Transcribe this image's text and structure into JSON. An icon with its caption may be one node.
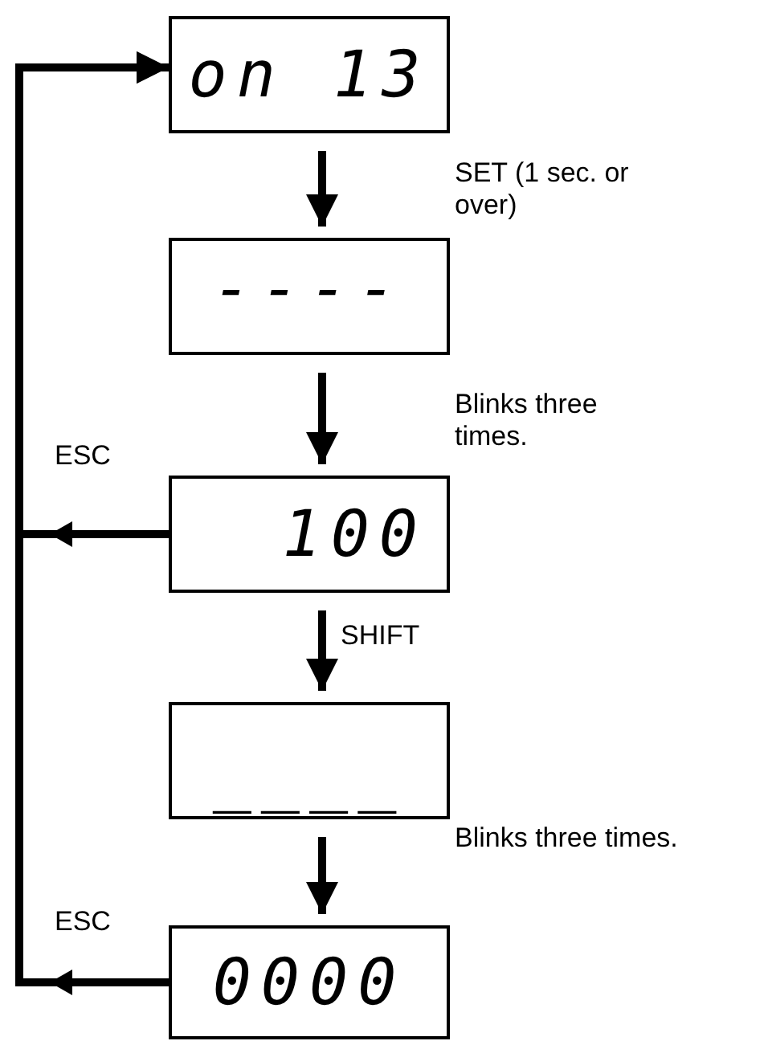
{
  "diagram": {
    "nodes": [
      {
        "text": [
          "on 13"
        ]
      },
      {
        "text": [
          "----"
        ]
      },
      {
        "text": [
          "100"
        ]
      },
      {
        "text": [
          "____"
        ]
      },
      {
        "text": [
          "0000"
        ]
      }
    ],
    "edges": [
      {
        "from": 0,
        "to": 1,
        "arrow": "to",
        "label": "SET (1 sec. or over)"
      },
      {
        "from": 1,
        "to": 2,
        "arrow": "to",
        "label": "Blinks three times."
      },
      {
        "from": 2,
        "to": 3,
        "arrow": "to",
        "label": "SHIFT"
      },
      {
        "from": 3,
        "to": 4,
        "arrow": "to",
        "label": "Blinks three times."
      },
      {
        "from": 2,
        "to": 0,
        "arrow": "to",
        "label": "ESC"
      },
      {
        "from": 4,
        "to": 0,
        "arrow": "to",
        "label": "ESC"
      }
    ]
  }
}
